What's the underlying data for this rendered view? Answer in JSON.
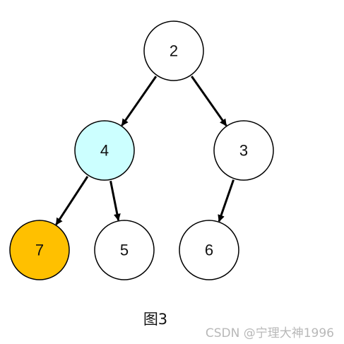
{
  "diagram": {
    "nodes": [
      {
        "id": "n2",
        "label": "2",
        "fill": "#ffffff"
      },
      {
        "id": "n4",
        "label": "4",
        "fill": "#ccffff"
      },
      {
        "id": "n3",
        "label": "3",
        "fill": "#ffffff"
      },
      {
        "id": "n7",
        "label": "7",
        "fill": "#ffc000"
      },
      {
        "id": "n5",
        "label": "5",
        "fill": "#ffffff"
      },
      {
        "id": "n6",
        "label": "6",
        "fill": "#ffffff"
      }
    ],
    "edges": [
      {
        "from": "n2",
        "to": "n4"
      },
      {
        "from": "n2",
        "to": "n3"
      },
      {
        "from": "n4",
        "to": "n7"
      },
      {
        "from": "n4",
        "to": "n5"
      },
      {
        "from": "n3",
        "to": "n6"
      }
    ],
    "caption": "图3"
  },
  "watermark": "CSDN @宁理大神1996"
}
